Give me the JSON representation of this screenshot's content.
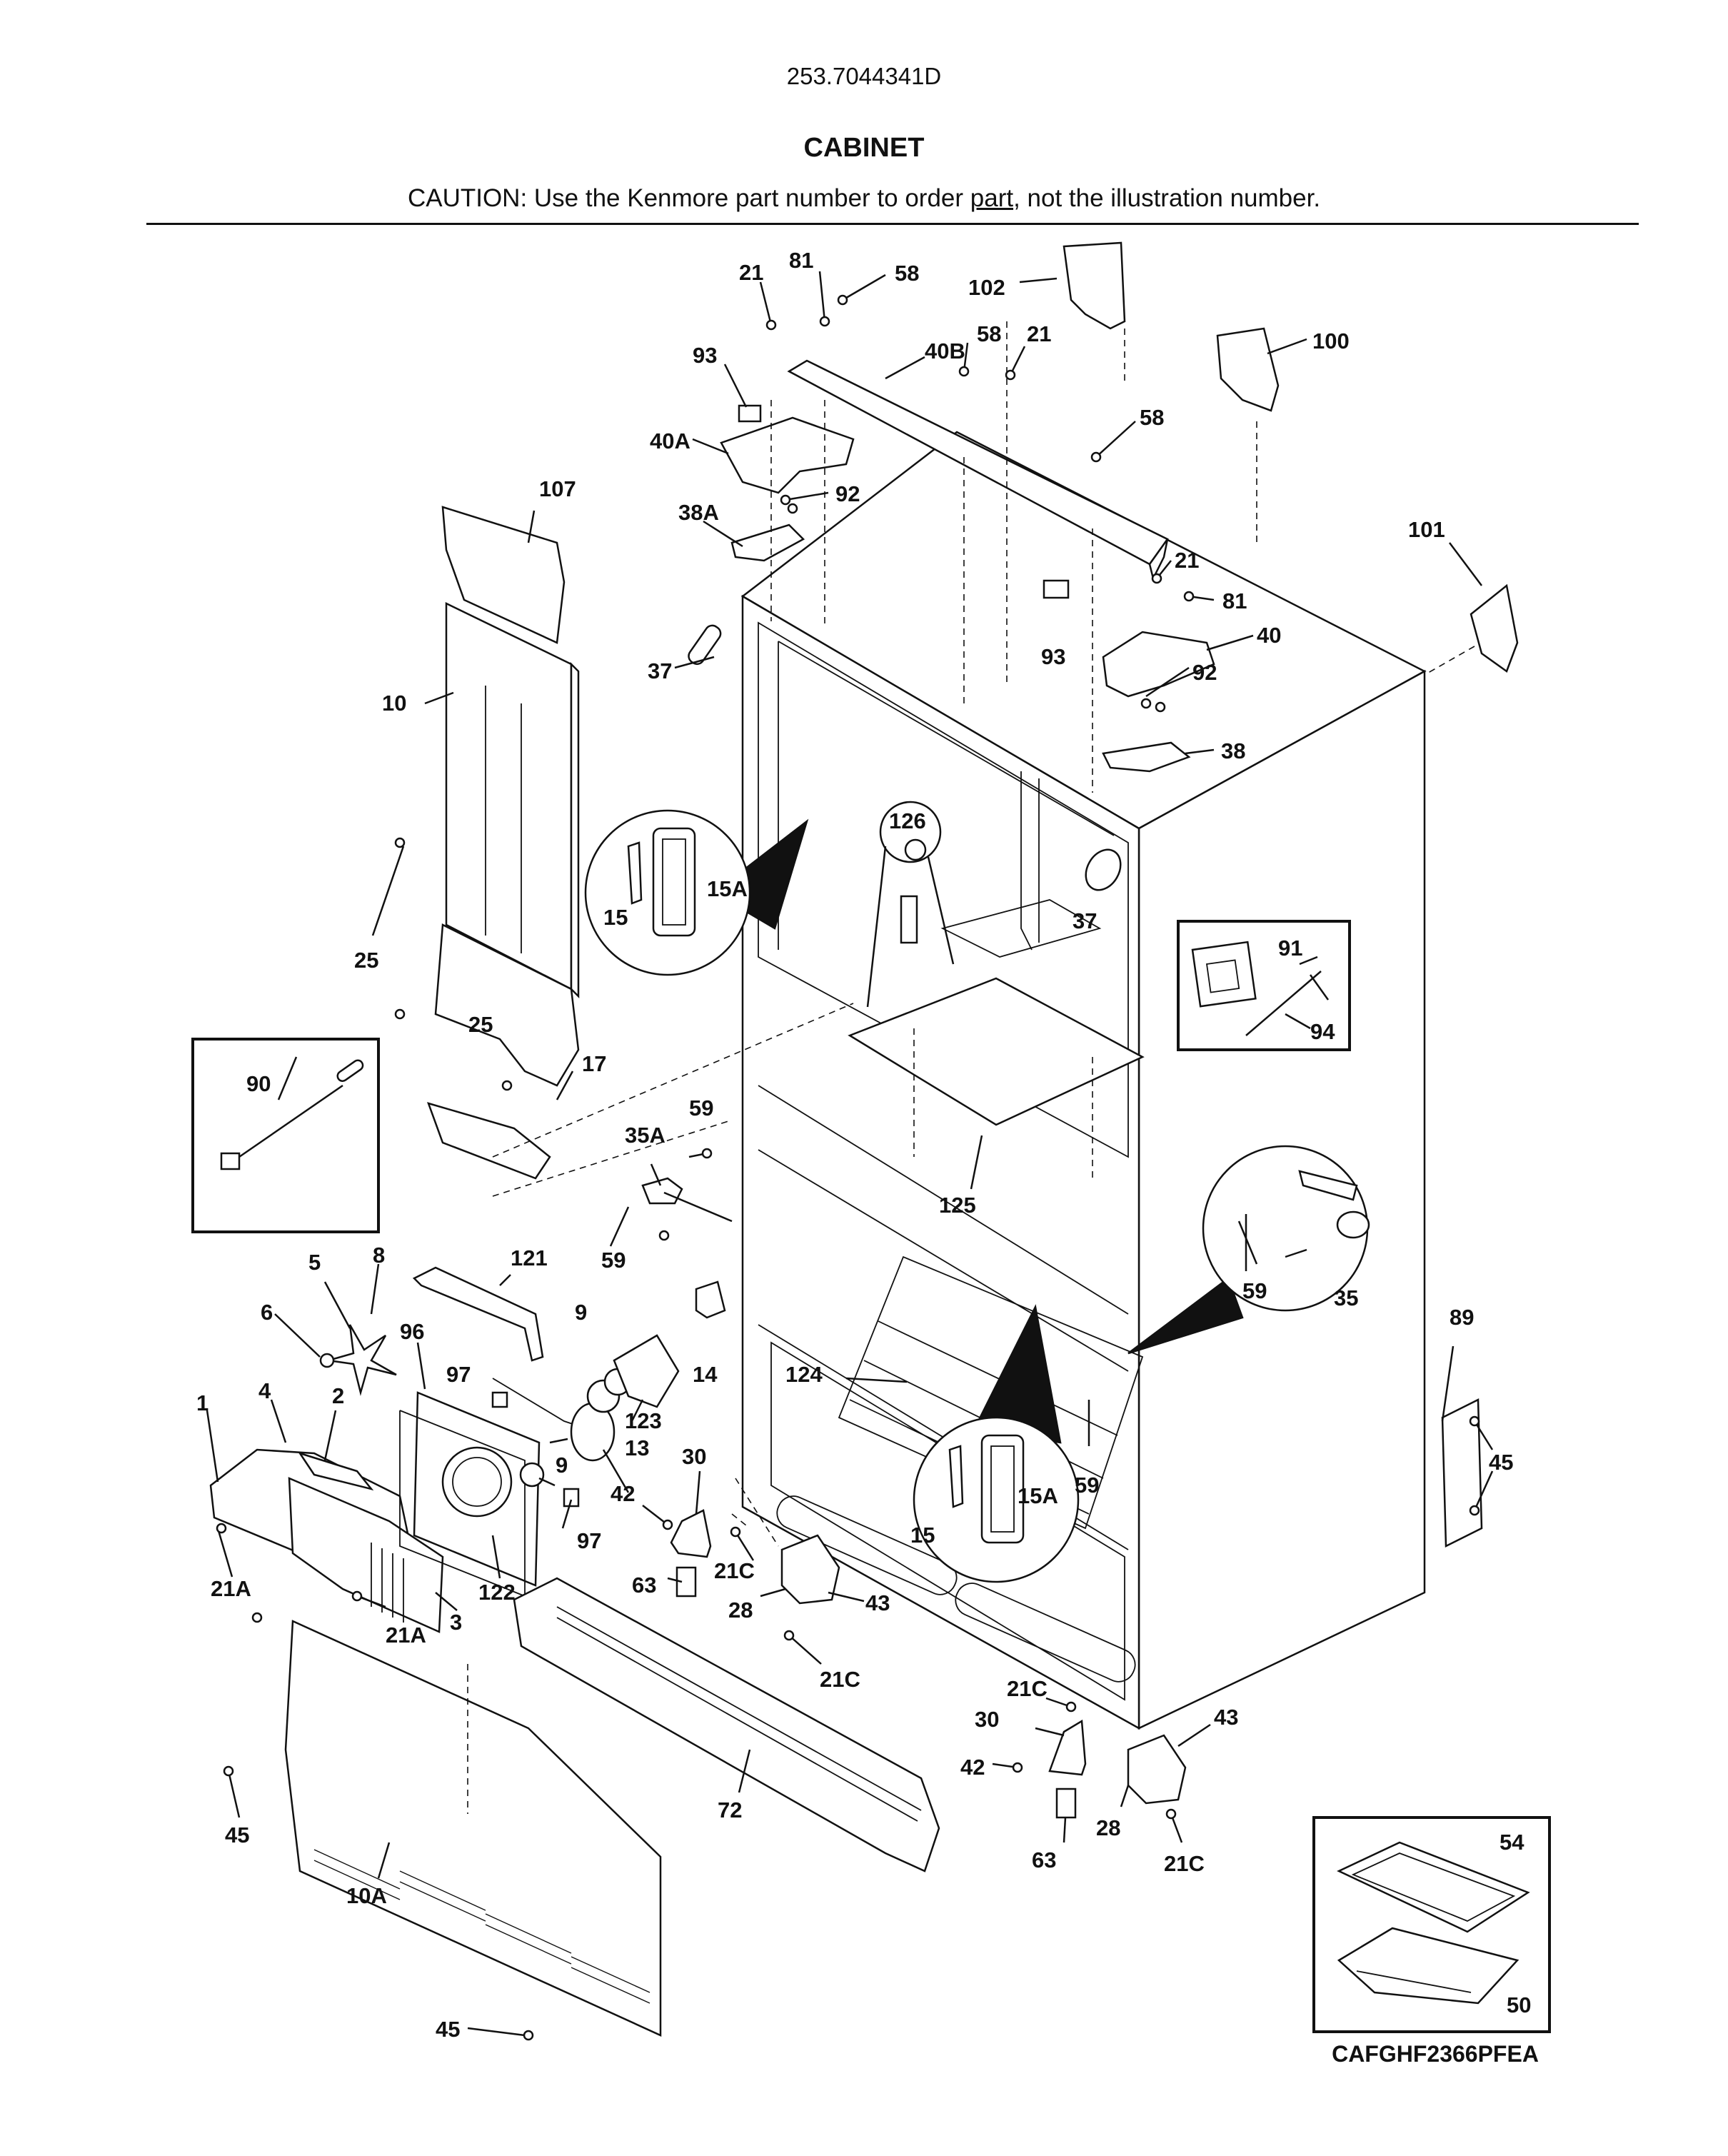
{
  "header": {
    "model_number": "253.7044341D",
    "title": "CABINET",
    "caution_prefix": "CAUTION: Use the Kenmore part number to order ",
    "caution_link": "part",
    "caution_suffix": ", not the illustration number."
  },
  "diagram_code": "CAFGHF2366PFEA",
  "callouts": {
    "c1": "1",
    "c2": "2",
    "c3": "3",
    "c4": "4",
    "c5": "5",
    "c6": "6",
    "c8": "8",
    "c9a": "9",
    "c9b": "9",
    "c10": "10",
    "c10A": "10A",
    "c13": "13",
    "c14": "14",
    "c15a": "15",
    "c15A_a": "15A",
    "c15b": "15",
    "c15A_b": "15A",
    "c17": "17",
    "c21a": "21",
    "c21b": "21",
    "c21c": "21",
    "c21A_a": "21A",
    "c21A_b": "21A",
    "c21C_a": "21C",
    "c21C_b": "21C",
    "c21C_c": "21C",
    "c21C_d": "21C",
    "c25a": "25",
    "c25b": "25",
    "c28a": "28",
    "c28b": "28",
    "c30a": "30",
    "c30b": "30",
    "c35": "35",
    "c35A": "35A",
    "c37a": "37",
    "c37b": "37",
    "c38": "38",
    "c38A": "38A",
    "c40": "40",
    "c40A": "40A",
    "c40B": "40B",
    "c42a": "42",
    "c42b": "42",
    "c43a": "43",
    "c43b": "43",
    "c45a": "45",
    "c45b": "45",
    "c45c": "45",
    "c50": "50",
    "c54": "54",
    "c58a": "58",
    "c58b": "58",
    "c58c": "58",
    "c59a": "59",
    "c59b": "59",
    "c59c": "59",
    "c59d": "59",
    "c63a": "63",
    "c63b": "63",
    "c72": "72",
    "c81a": "81",
    "c81b": "81",
    "c89": "89",
    "c90": "90",
    "c91": "91",
    "c92a": "92",
    "c92b": "92",
    "c93a": "93",
    "c93b": "93",
    "c94": "94",
    "c96": "96",
    "c97a": "97",
    "c97b": "97",
    "c100": "100",
    "c101": "101",
    "c102": "102",
    "c107": "107",
    "c121": "121",
    "c122": "122",
    "c123": "123",
    "c124": "124",
    "c125": "125",
    "c126": "126"
  }
}
